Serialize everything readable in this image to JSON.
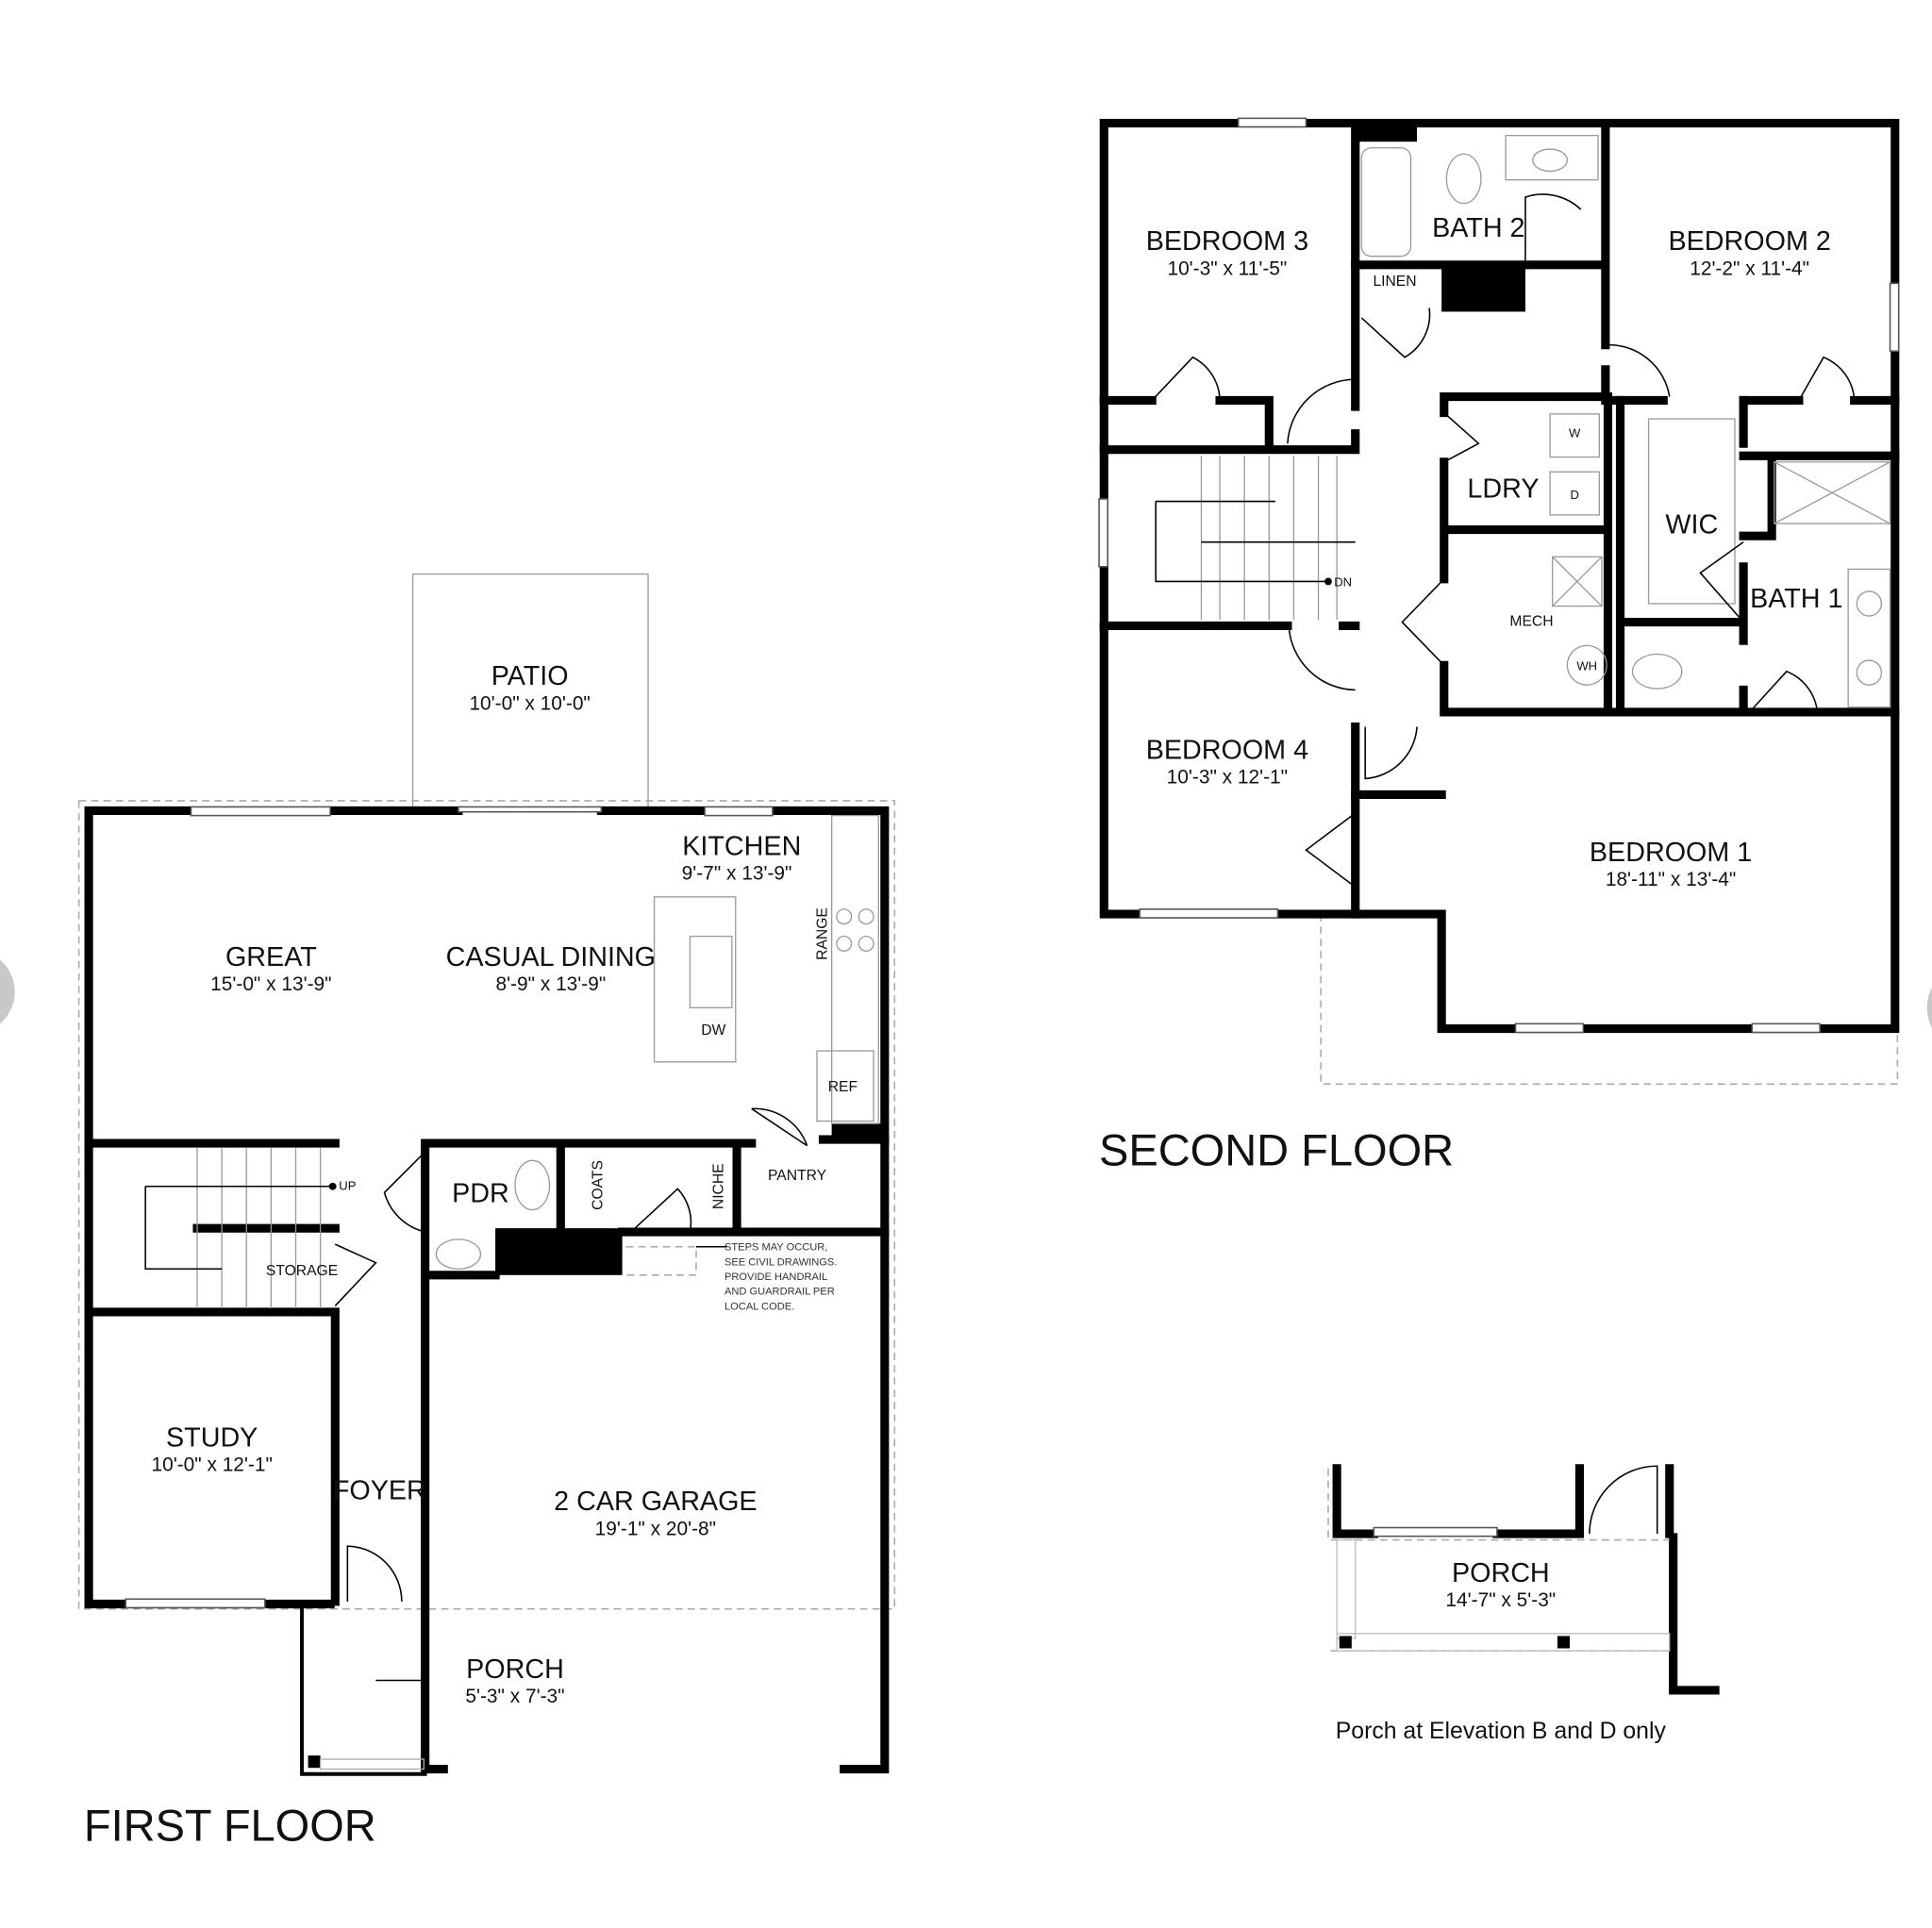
{
  "first_floor": {
    "title": "FIRST FLOOR",
    "rooms": {
      "patio": {
        "name": "PATIO",
        "size": "10'-0\" x 10'-0\""
      },
      "kitchen": {
        "name": "KITCHEN",
        "size": "9'-7\" x 13'-9\""
      },
      "great": {
        "name": "GREAT",
        "size": "15'-0\" x 13'-9\""
      },
      "casual_dining": {
        "name": "CASUAL DINING",
        "size": "8'-9\" x 13'-9\""
      },
      "pdr": {
        "name": "PDR"
      },
      "coats": {
        "name": "COATS"
      },
      "niche": {
        "name": "NICHE"
      },
      "pantry": {
        "name": "PANTRY"
      },
      "storage": {
        "name": "STORAGE"
      },
      "study": {
        "name": "STUDY",
        "size": "10'-0\" x 12'-1\""
      },
      "foyer": {
        "name": "FOYER"
      },
      "garage": {
        "name": "2 CAR GARAGE",
        "size": "19'-1\" x 20'-8\""
      },
      "porch": {
        "name": "PORCH",
        "size": "5'-3\" x 7'-3\""
      }
    },
    "fixtures": {
      "range": "RANGE",
      "dw": "DW",
      "ref": "REF",
      "up": "UP"
    },
    "note": [
      "STEPS MAY OCCUR,",
      "SEE CIVIL DRAWINGS.",
      "PROVIDE HANDRAIL",
      "AND GUARDRAIL PER",
      "LOCAL CODE."
    ]
  },
  "second_floor": {
    "title": "SECOND FLOOR",
    "rooms": {
      "bedroom3": {
        "name": "BEDROOM 3",
        "size": "10'-3\" x 11'-5\""
      },
      "bath2": {
        "name": "BATH 2"
      },
      "linen": {
        "name": "LINEN"
      },
      "bedroom2": {
        "name": "BEDROOM 2",
        "size": "12'-2\" x 11'-4\""
      },
      "ldry": {
        "name": "LDRY"
      },
      "wic": {
        "name": "WIC"
      },
      "bath1": {
        "name": "BATH 1"
      },
      "mech": {
        "name": "MECH"
      },
      "bedroom4": {
        "name": "BEDROOM 4",
        "size": "10'-3\" x 12'-1\""
      },
      "bedroom1": {
        "name": "BEDROOM 1",
        "size": "18'-11\" x 13'-4\""
      }
    },
    "fixtures": {
      "w": "W",
      "d": "D",
      "wh": "WH",
      "dn": "DN"
    }
  },
  "optional_porch": {
    "name": "PORCH",
    "size": "14'-7\" x 5'-3\"",
    "caption": "Porch at Elevation B and D only"
  },
  "navigation": {
    "prev_icon": "chevron-left-icon",
    "next_icon": "chevron-right-icon",
    "button_color": "#c8c8c8"
  }
}
